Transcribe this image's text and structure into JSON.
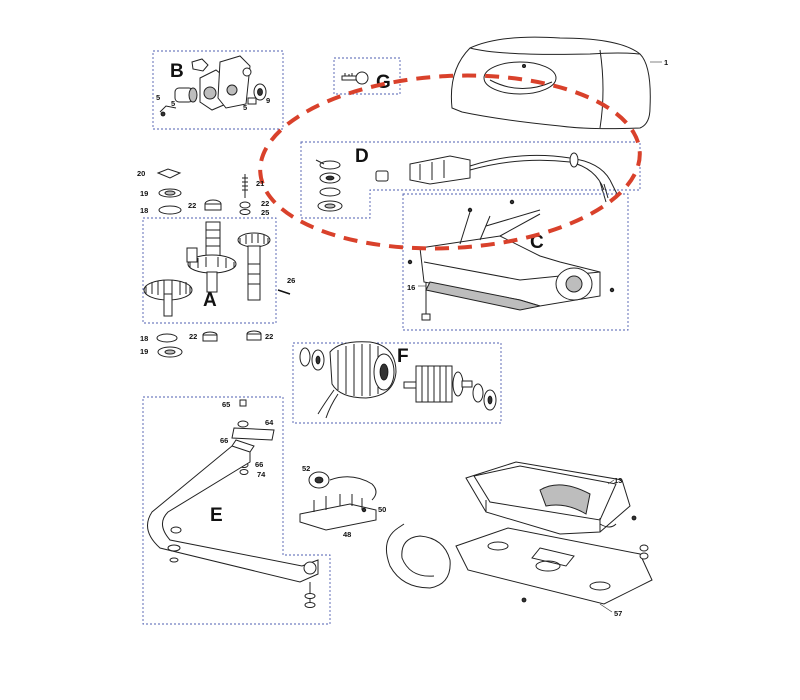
{
  "groups": {
    "A": "A",
    "B": "B",
    "C": "C",
    "D": "D",
    "E": "E",
    "F": "F",
    "G": "G"
  },
  "parts": {
    "p1": "1",
    "p5a": "5",
    "p5b": "5",
    "p5c": "5",
    "p9": "9",
    "p13": "13",
    "p16": "16",
    "p18a": "18",
    "p18b": "18",
    "p19a": "19",
    "p19b": "19",
    "p20": "20",
    "p21": "21",
    "p22a": "22",
    "p22b": "22",
    "p22c": "22",
    "p22d": "22",
    "p25": "25",
    "p26": "26",
    "p48": "48",
    "p50": "50",
    "p52": "52",
    "p57": "57",
    "p64": "64",
    "p65": "65",
    "p66a": "66",
    "p66b": "66",
    "p74": "74"
  },
  "highlight": {
    "color": "#d9412b",
    "style": "dashed-ellipse"
  },
  "box_color": "#4f5fb0"
}
